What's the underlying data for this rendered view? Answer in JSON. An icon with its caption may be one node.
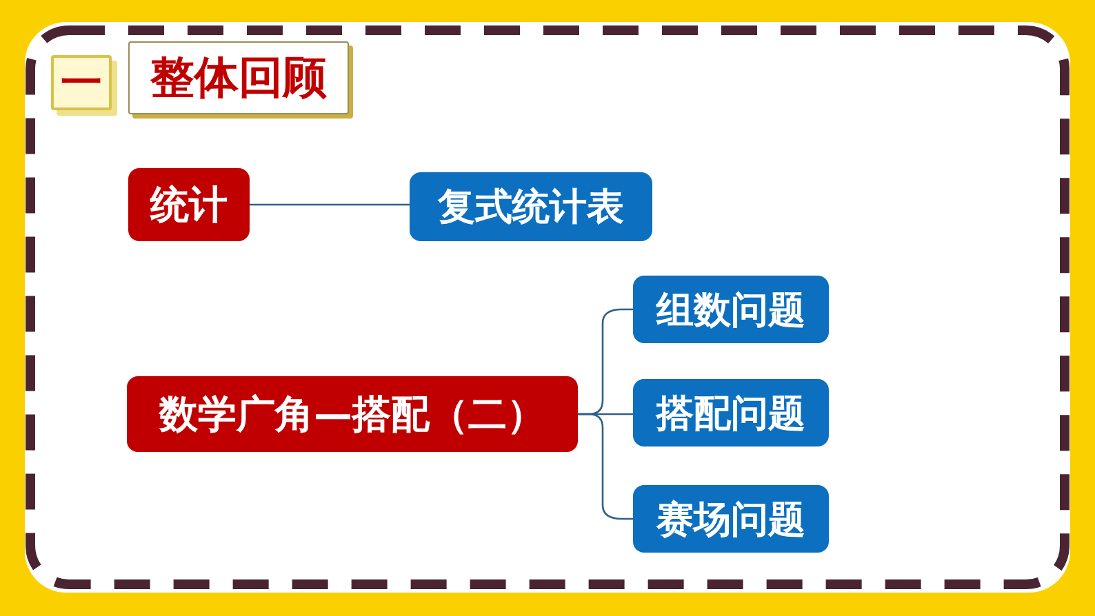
{
  "diagram": {
    "nodes": [
      {
        "text": [
          "一"
        ]
      },
      {
        "text": [
          "整体回顾"
        ]
      },
      {
        "text": [
          "统计"
        ]
      },
      {
        "text": [
          "复式统计表"
        ]
      },
      {
        "text": [
          "数学广角—搭配（二）"
        ]
      },
      {
        "text": [
          "组数问题"
        ]
      },
      {
        "text": [
          "搭配问题"
        ]
      },
      {
        "text": [
          "赛场问题"
        ]
      }
    ],
    "edges": [
      {
        "from": 2,
        "to": 3,
        "arrow": "none"
      },
      {
        "from": 4,
        "to": 5,
        "arrow": "none"
      },
      {
        "from": 4,
        "to": 6,
        "arrow": "none"
      },
      {
        "from": 4,
        "to": 7,
        "arrow": "none"
      }
    ]
  }
}
